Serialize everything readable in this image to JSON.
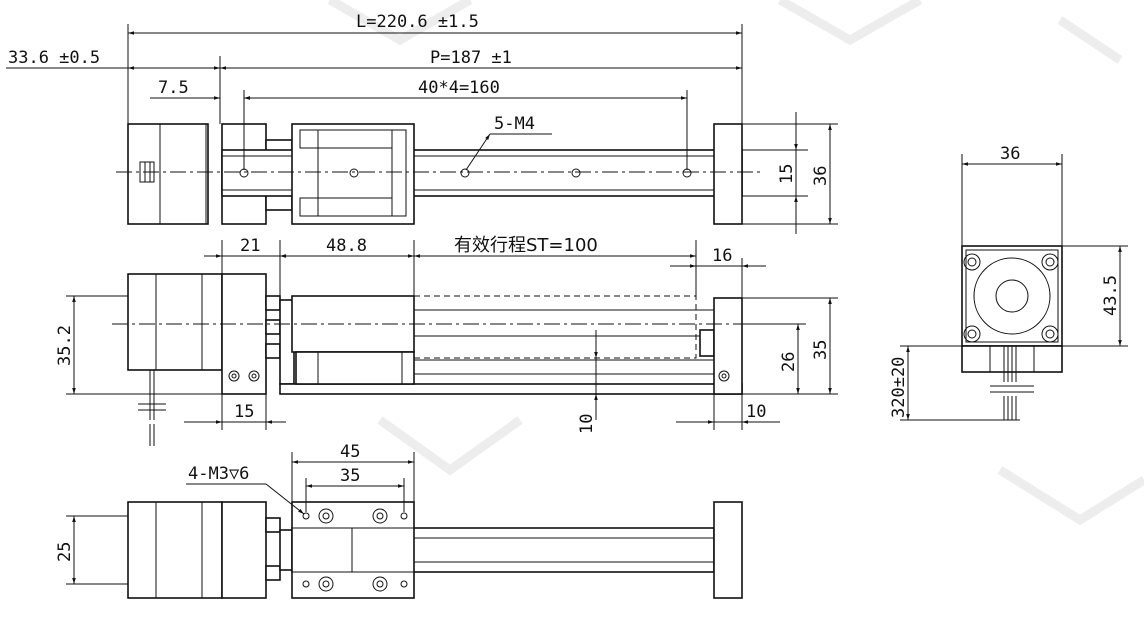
{
  "dimensions": {
    "overall_length": "L=220.6 ±1.5",
    "motor_offset": "33.6 ±0.5",
    "pitch_length": "P=187 ±1",
    "hole_offset": "7.5",
    "hole_spacing": "40*4=160",
    "mount_holes": "5-M4",
    "rail_width": "15",
    "end_height": "36",
    "front_left": "21",
    "carriage_length": "48.8",
    "stroke": "有效行程ST=100",
    "end_width": "16",
    "axis_height": "35.2",
    "base_height": "35",
    "carriage_height": "26",
    "bottom_left": "15",
    "bottom_right": "10",
    "rail_height": "10",
    "top_holes": "4-M3▽6",
    "hole_pitch_outer": "45",
    "hole_pitch_inner": "35",
    "side_height": "25",
    "motor_width": "36",
    "motor_height": "43.5",
    "cable_length": "320±20"
  }
}
